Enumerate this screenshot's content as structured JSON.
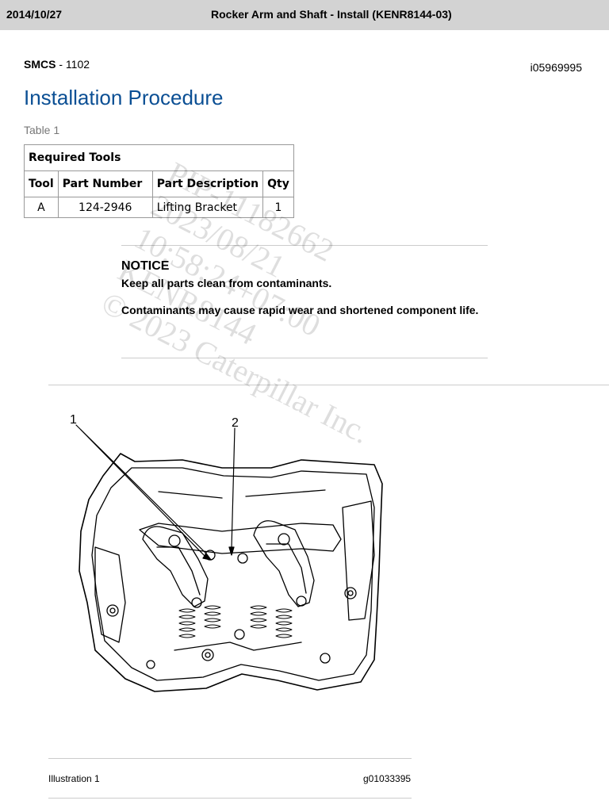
{
  "header": {
    "date": "2014/10/27",
    "title": "Rocker Arm and Shaft - Install (KENR8144-03)"
  },
  "smcs": {
    "label": "SMCS",
    "separator": " - ",
    "code": "1102"
  },
  "doc_id": "i05969995",
  "section_heading": "Installation Procedure",
  "table": {
    "caption": "Table 1",
    "title": "Required Tools",
    "columns": [
      "Tool",
      "Part Number",
      "Part Description",
      "Qty"
    ],
    "rows": [
      {
        "tool": "A",
        "part_number": "124-2946",
        "description": "Lifting Bracket",
        "qty": "1"
      }
    ]
  },
  "notice": {
    "title": "NOTICE",
    "line1": "Keep all parts clean from contaminants.",
    "line2": "Contaminants may cause rapid wear and shortened component life."
  },
  "watermark": {
    "line1": "PIP-11182662",
    "line2": "2023/08/21",
    "line3": "10:58:24+07:00",
    "line4": "KENR8144",
    "line5": "© 2023 Caterpillar Inc."
  },
  "illustration": {
    "callout1": "1",
    "callout2": "2",
    "label": "Illustration 1",
    "id": "g01033395"
  }
}
